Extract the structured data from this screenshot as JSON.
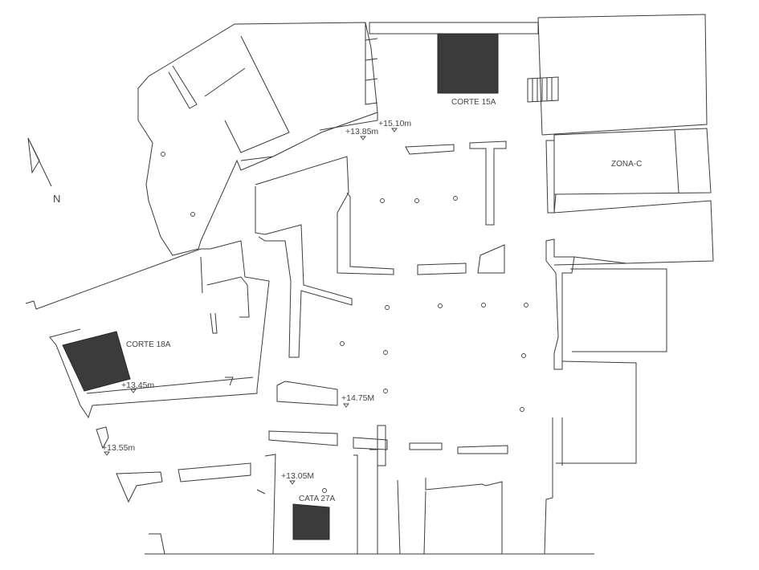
{
  "north_arrow": {
    "label": "N"
  },
  "areas": {
    "corte_15a": "CORTE 15A",
    "zona_c": "ZONA-C",
    "corte_18a": "CORTE 18A",
    "cata_27a": "CATA 27A"
  },
  "levels": {
    "l1385": "+13.85m",
    "l1510": "+15.10m",
    "l1345": "+13.45m",
    "l1475": "+14.75M",
    "l1355": "+13.55m",
    "l1305": "+13.05M"
  },
  "colors": {
    "line": "#3a3a3a",
    "excavation_fill": "#3b3b3b"
  }
}
